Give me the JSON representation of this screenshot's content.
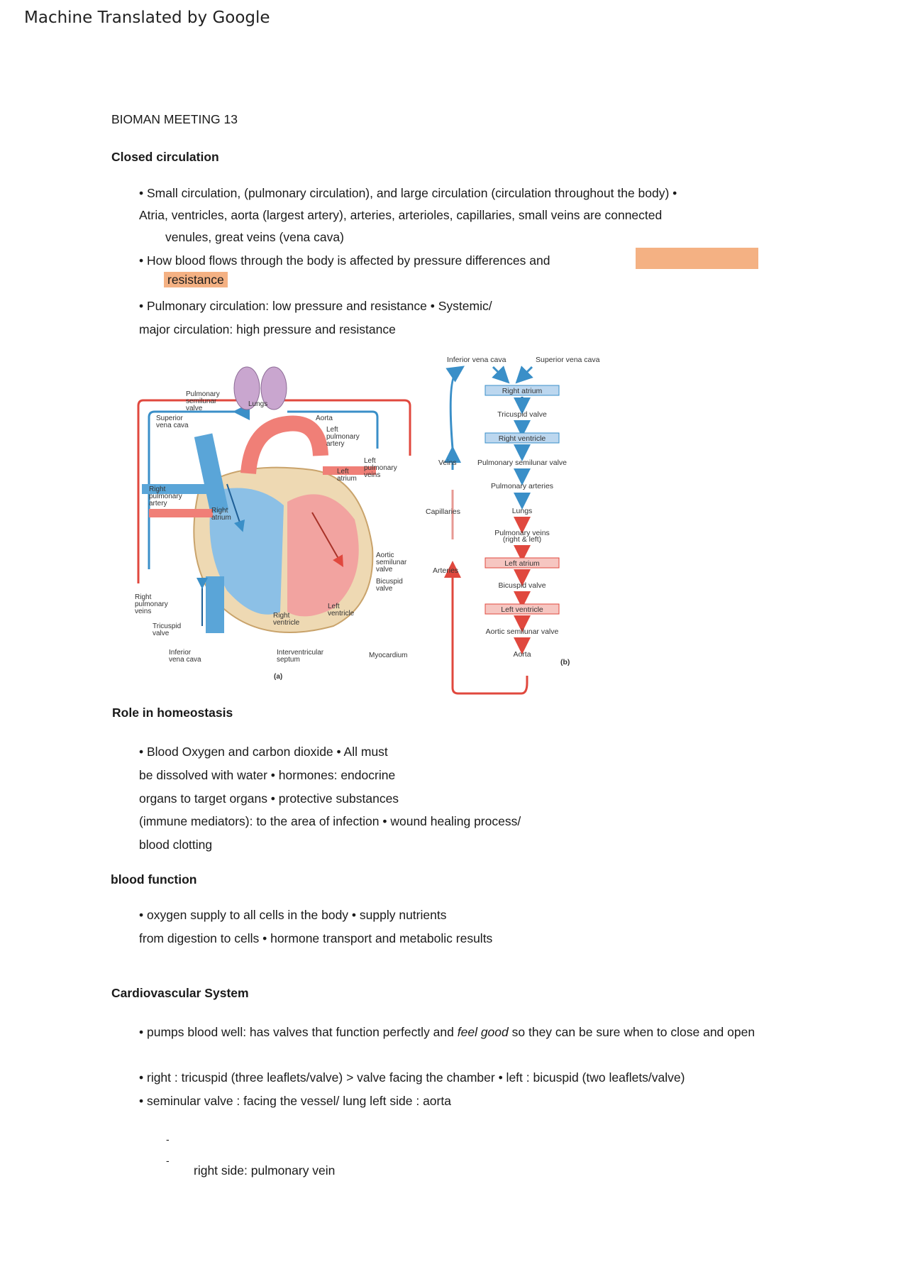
{
  "banner": "Machine Translated by Google",
  "doc": {
    "title": "BIOMAN MEETING 13",
    "s1": {
      "heading": "Closed circulation",
      "l1": "• Small circulation, (pulmonary circulation), and large circulation (circulation throughout the body) •",
      "l2": "Atria, ventricles, aorta (largest artery), arteries, arterioles, capillaries, small veins are connected",
      "l3": "venules, great veins (vena cava)",
      "l4": "• How blood flows through the body is affected by pressure differences and",
      "l5": "resistance",
      "l6": "• Pulmonary circulation: low pressure and resistance • Systemic/",
      "l7": "major circulation: high pressure and resistance"
    },
    "s2": {
      "heading": "Role in homeostasis",
      "l1": "• Blood Oxygen and carbon dioxide • All must",
      "l2": "be dissolved with water • hormones: endocrine",
      "l3": "organs to target organs • protective substances",
      "l4": "(immune mediators): to the area of infection • wound healing process/",
      "l5": "blood clotting"
    },
    "s3": {
      "heading": "blood function",
      "l1": "• oxygen supply to all cells in the body • supply nutrients",
      "l2": "from digestion to cells • hormone transport and metabolic results"
    },
    "s4": {
      "heading": "Cardiovascular System",
      "l1a": "• pumps blood well: has valves that function perfectly and ",
      "l1b": "feel good",
      "l1c": " so they can be sure when to close and open",
      "l2": "• right : tricuspid (three leaflets/valve) > valve facing the chamber • left : bicuspid (two leaflets/valve)",
      "l3": "• seminular valve : facing the vessel/ lung left side : aorta",
      "dash1": "-",
      "dash2": "-",
      "l4": "right side: pulmonary vein"
    }
  },
  "figure_a": {
    "panel": "(a)",
    "labels": {
      "pulm_valve": [
        "Pulmonary",
        "semilunar",
        "valve"
      ],
      "lungs": "Lungs",
      "sup_vc": [
        "Superior",
        "vena cava"
      ],
      "aorta": "Aorta",
      "left_pulm_artery": [
        "Left",
        "pulmonary",
        "artery"
      ],
      "left_pulm_veins": [
        "Left",
        "pulmonary",
        "veins"
      ],
      "left_atrium": [
        "Left",
        "atrium"
      ],
      "right_pulm_artery": [
        "Right",
        "pulmonary",
        "artery"
      ],
      "right_atrium": [
        "Right",
        "atrium"
      ],
      "aortic_valve": [
        "Aortic",
        "semilunar",
        "valve"
      ],
      "bicuspid": [
        "Bicuspid",
        "valve"
      ],
      "right_pulm_veins": [
        "Right",
        "pulmonary",
        "veins"
      ],
      "left_ventricle": [
        "Left",
        "ventricle"
      ],
      "right_ventricle": [
        "Right",
        "ventricle"
      ],
      "tricuspid": [
        "Tricuspid",
        "valve"
      ],
      "inf_vc": [
        "Inferior",
        "vena cava"
      ],
      "septum": [
        "Interventricular",
        "septum"
      ],
      "myocardium": "Myocardium"
    }
  },
  "figure_b": {
    "panel": "(b)",
    "top_left": "Inferior vena cava",
    "top_right": "Superior vena cava",
    "flow": [
      "Right atrium",
      "Tricuspid valve",
      "Right ventricle",
      "Pulmonary semilunar valve",
      "Pulmonary arteries",
      "Lungs",
      "Pulmonary veins",
      "(right & left)",
      "Left atrium",
      "Bicuspid valve",
      "Left ventricle",
      "Aortic semilunar valve",
      "Aorta"
    ],
    "side": [
      "Veins",
      "Capillaries",
      "Arteries"
    ]
  },
  "colors": {
    "highlight": "#f4b183",
    "blue": "#3a8fc8",
    "red": "#e0483e"
  }
}
